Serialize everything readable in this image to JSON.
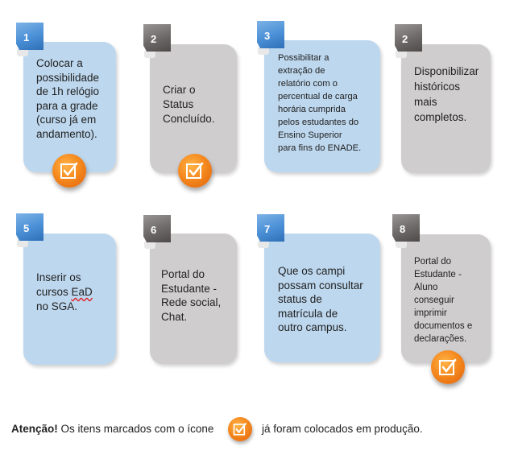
{
  "cards": [
    {
      "number": "1",
      "text": "Colocar a\npossibilidade\nde 1h relógio\npara a grade\n(curso já em\nandamento).",
      "color": "blue",
      "done": true
    },
    {
      "number": "2",
      "text": "Criar o\nStatus\nConcluído.",
      "color": "gray",
      "done": true
    },
    {
      "number": "3",
      "text": "Possibilitar a\nextração de\nrelatório com o\npercentual de carga\nhorária cumprida\npelos estudantes do\nEnsino Superior\npara fins do ENADE.",
      "color": "blue",
      "done": false
    },
    {
      "number": "2",
      "text": "Disponibilizar\nhistóricos\nmais\ncompletos.",
      "color": "gray",
      "done": false
    },
    {
      "number": "5",
      "text_before": "Inserir os\ncursos ",
      "text_underlined": "EaD",
      "text_after": "\nno SGA.",
      "color": "blue",
      "done": false
    },
    {
      "number": "6",
      "text": " Portal do\nEstudante -\nRede social,\nChat.",
      "color": "gray",
      "done": false
    },
    {
      "number": "7",
      "text": "Que os campi\npossam consultar\nstatus de\nmatrícula de\noutro campus.",
      "color": "blue",
      "done": false
    },
    {
      "number": "8",
      "text": "Portal do\nEstudante -\nAluno\nconseguir\nimprimir\ndocumentos e\ndeclarações.",
      "color": "gray",
      "done": true
    }
  ],
  "footer": {
    "bold": "Atenção!",
    "text_before_icon": " Os itens marcados com o ícone",
    "text_after_icon": "já foram colocados em produção."
  },
  "colors": {
    "blue_card": "#bdd7ee",
    "gray_card": "#cfcdcd",
    "blue_tag": "#4a8fd6",
    "gray_tag": "#6e6969",
    "badge": "#f58a1f"
  },
  "icons": {
    "done": "checkbox-check-icon"
  }
}
